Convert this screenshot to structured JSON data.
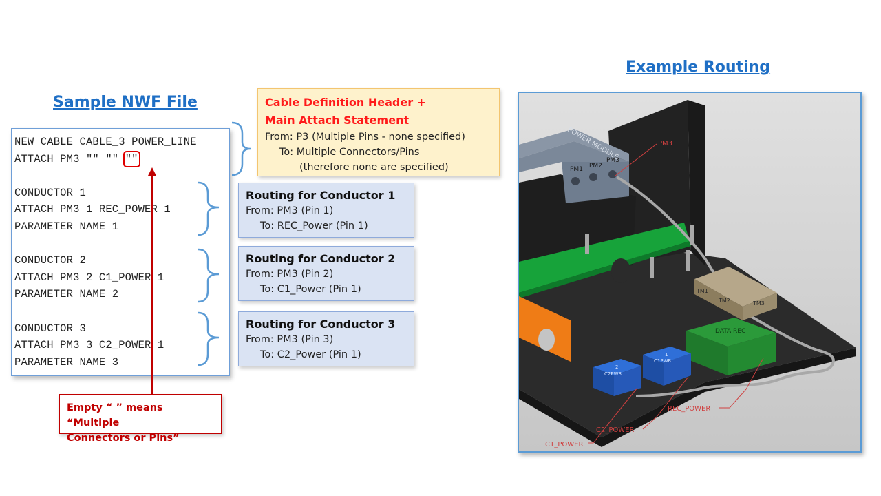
{
  "headings": {
    "left": "Sample NWF  File",
    "right": "Example Routing"
  },
  "code": {
    "line1": "NEW CABLE CABLE_3 POWER_LINE",
    "line2_prefix": "ATTACH PM3 \"\" \"\" ",
    "line2_highlight": "\"\"",
    "c1_a": "CONDUCTOR 1",
    "c1_b": "ATTACH PM3 1 REC_POWER 1",
    "c1_c": "PARAMETER NAME 1",
    "c2_a": "CONDUCTOR 2",
    "c2_b": "ATTACH PM3 2 C1_POWER 1",
    "c2_c": "PARAMETER NAME 2",
    "c3_a": "CONDUCTOR 3",
    "c3_b": "ATTACH PM3 3 C2_POWER 1",
    "c3_c": "PARAMETER NAME 3"
  },
  "callout_header": {
    "title1": "Cable Definition Header +",
    "title2": "Main Attach Statement",
    "from": "From: P3 (Multiple Pins - none specified)",
    "to": "To:  Multiple Connectors/Pins",
    "note": "(therefore none are specified)"
  },
  "conductors": [
    {
      "title": "Routing for Conductor  1",
      "from": "From: PM3 (Pin 1)",
      "to": "To: REC_Power (Pin 1)"
    },
    {
      "title": "Routing for Conductor  2",
      "from": "From: PM3 (Pin 2)",
      "to": "To: C1_Power (Pin 1)"
    },
    {
      "title": "Routing for Conductor  3",
      "from": "From: PM3 (Pin 3)",
      "to": "To: C2_Power (Pin 1)"
    }
  ],
  "empty_note": {
    "line1": "Empty “ ” means “Multiple",
    "line2": "Connectors or Pins”"
  },
  "render_labels": {
    "pm3_leader": "PM3",
    "module_text": "POWER MODULE",
    "pm1": "PM1",
    "pm2": "PM2",
    "pm3": "PM3",
    "rec_power": "REC_POWER",
    "c2_power": "C2_POWER",
    "c1_power": "C1_POWER",
    "tm1": "TM1",
    "tm2": "TM2",
    "tm3": "TM3",
    "c2pwr": "C2PWR",
    "c1pwr": "C1PWR",
    "data_rec": "DATA REC",
    "label_1": "1",
    "label_2": "2"
  },
  "colors": {
    "heading_blue": "#1f6fc5",
    "header_callout_bg": "#fef2cc",
    "conductor_callout_bg": "#dae3f3",
    "note_red": "#c00000",
    "bracket_blue": "#5b9bd5"
  }
}
